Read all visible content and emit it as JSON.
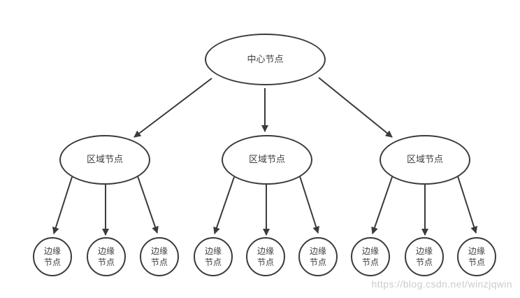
{
  "diagram": {
    "center": {
      "label": "中心节点"
    },
    "regions": [
      {
        "label": "区域节点",
        "edges": [
          {
            "label": "边缘节点"
          },
          {
            "label": "边缘节点"
          },
          {
            "label": "边缘节点"
          }
        ]
      },
      {
        "label": "区域节点",
        "edges": [
          {
            "label": "边缘节点"
          },
          {
            "label": "边缘节点"
          },
          {
            "label": "边缘节点"
          }
        ]
      },
      {
        "label": "区域节点",
        "edges": [
          {
            "label": "边缘节点"
          },
          {
            "label": "边缘节点"
          },
          {
            "label": "边缘节点"
          }
        ]
      }
    ],
    "watermark": "https://blog.csdn.net/winzjqwin",
    "colors": {
      "stroke": "#3b3b3b",
      "text": "#3f3f3f",
      "watermark": "#cccccc",
      "background": "#ffffff"
    }
  }
}
